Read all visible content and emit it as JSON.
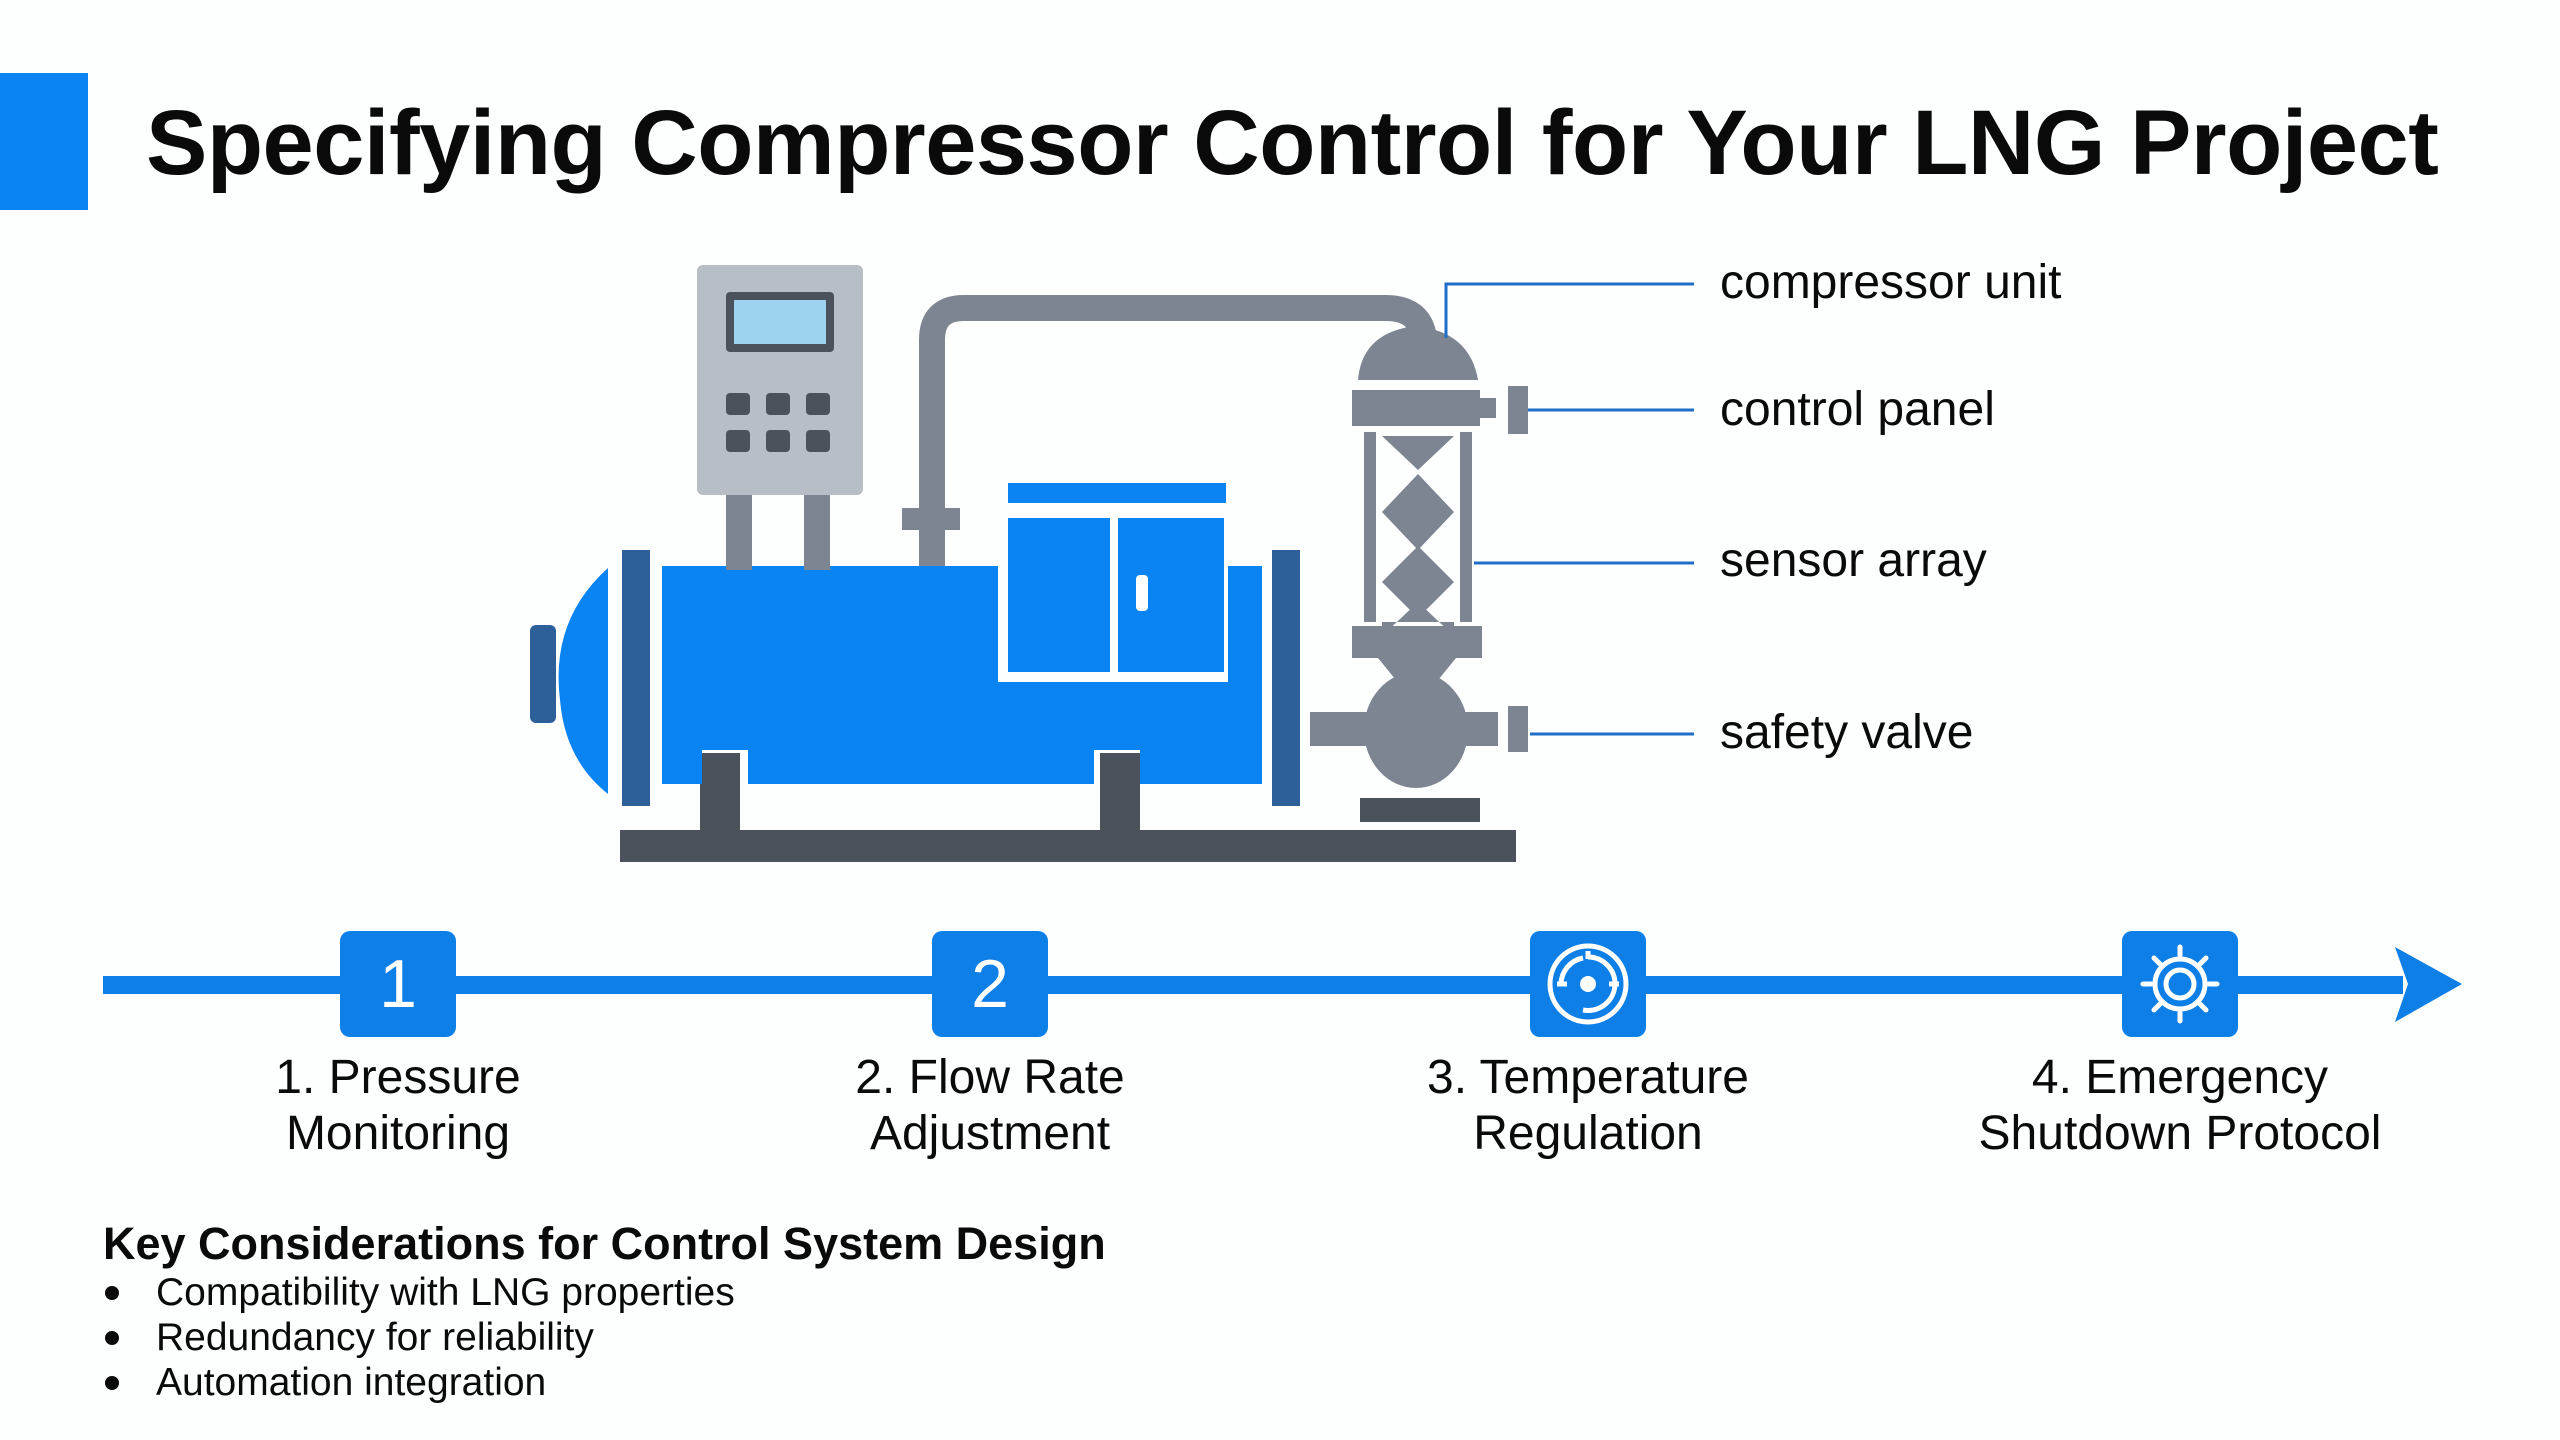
{
  "header": {
    "title": "Specifying Compressor Control for Your LNG Project",
    "accent_color": "#0a84f2"
  },
  "diagram": {
    "colors": {
      "primary_blue": "#0a84f2",
      "dark_blue": "#2d5f99",
      "steel_gray": "#7c8591",
      "panel_gray": "#b8bec6",
      "base_gray": "#4b525c",
      "screen_blue": "#9dd3f0",
      "callout_line": "#1f6fc9"
    },
    "callouts": [
      {
        "label": "compressor unit"
      },
      {
        "label": "control panel"
      },
      {
        "label": "sensor array"
      },
      {
        "label": "safety valve"
      }
    ]
  },
  "timeline": {
    "color": "#0f7fe8",
    "steps": [
      {
        "badge": "1",
        "icon": "number",
        "line1": "1. Pressure",
        "line2": "Monitoring"
      },
      {
        "badge": "2",
        "icon": "number",
        "line1": "2. Flow Rate",
        "line2": "Adjustment"
      },
      {
        "badge": "",
        "icon": "target-dial-icon",
        "line1": "3. Temperature",
        "line2": "Regulation"
      },
      {
        "badge": "",
        "icon": "gear-icon",
        "line1": "4. Emergency",
        "line2": "Shutdown Protocol"
      }
    ]
  },
  "considerations": {
    "title": "Key Considerations for Control System Design",
    "items": [
      "Compatibility with LNG properties",
      "Redundancy for reliability",
      "Automation integration"
    ]
  }
}
